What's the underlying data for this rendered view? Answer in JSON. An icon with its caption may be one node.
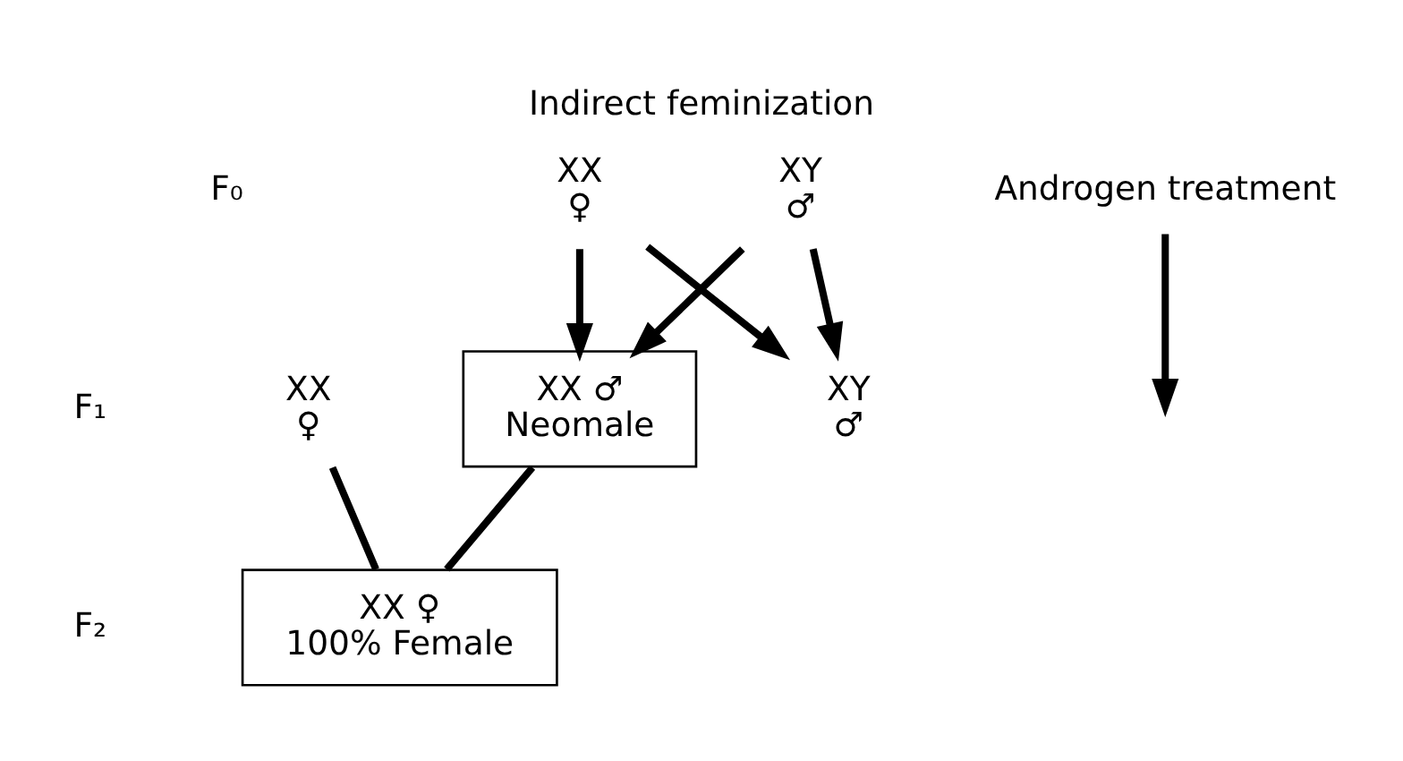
{
  "diagram": {
    "title": "Indirect feminization",
    "nodes": [
      {
        "text": [
          "XX",
          "♀"
        ]
      },
      {
        "text": [
          "XY",
          "♂"
        ]
      },
      {
        "text": [
          "Androgen treatment"
        ]
      },
      {
        "text": [
          "XX ♂",
          "Neomale"
        ]
      },
      {
        "text": [
          "XY",
          "♂"
        ]
      },
      {
        "text": [
          "XX",
          "♀"
        ]
      },
      {
        "text": [
          "XX ♀",
          "100% Female"
        ]
      }
    ],
    "edges": [
      {
        "from": 0,
        "to": 3,
        "arrow": "to"
      },
      {
        "from": 0,
        "to": 4,
        "arrow": "to"
      },
      {
        "from": 1,
        "to": 3,
        "arrow": "to"
      },
      {
        "from": 1,
        "to": 4,
        "arrow": "to"
      },
      {
        "from": 2,
        "to": null,
        "arrow": "to"
      },
      {
        "from": 5,
        "to": 6,
        "arrow": "none"
      },
      {
        "from": 3,
        "to": 6,
        "arrow": "none"
      }
    ],
    "labels": [
      "F₀",
      "F₁",
      "F₂"
    ]
  }
}
